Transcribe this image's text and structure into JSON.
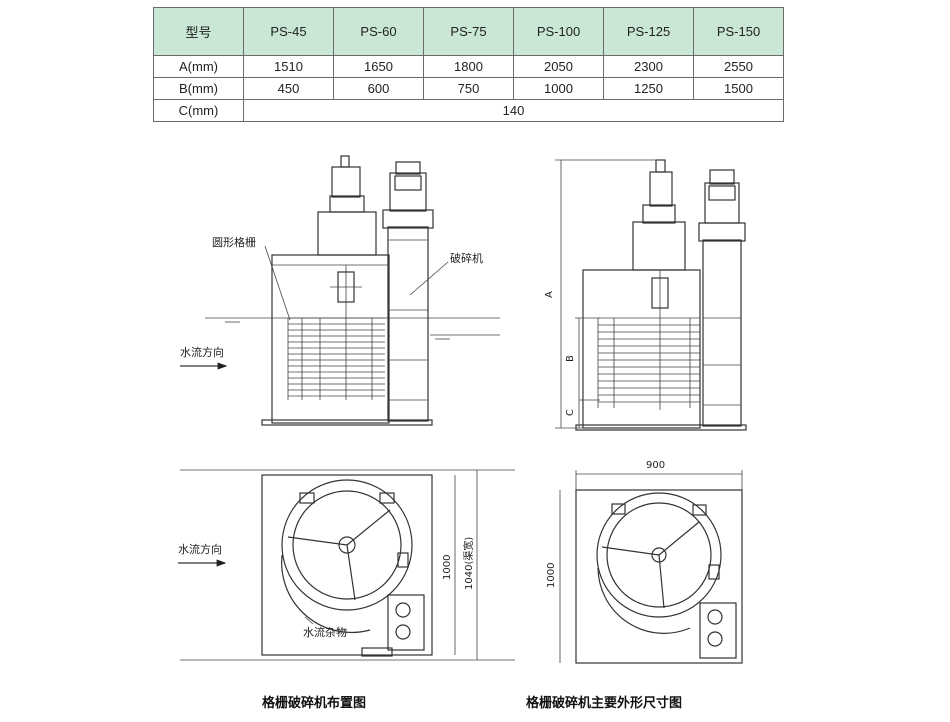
{
  "table": {
    "headers": [
      "型号",
      "PS-45",
      "PS-60",
      "PS-75",
      "PS-100",
      "PS-125",
      "PS-150"
    ],
    "rows": [
      {
        "label": "A(mm)",
        "values": [
          "1510",
          "1650",
          "1800",
          "2050",
          "2300",
          "2550"
        ]
      },
      {
        "label": "B(mm)",
        "values": [
          "450",
          "600",
          "750",
          "1000",
          "1250",
          "1500"
        ]
      },
      {
        "label": "C(mm)",
        "merged_value": "140"
      }
    ]
  },
  "left_elevation": {
    "label_grid": "圆形格栅",
    "label_crusher": "破碎机",
    "label_flow": "水流方向"
  },
  "right_elevation": {
    "dim_a": "A",
    "dim_b": "B",
    "dim_c": "C"
  },
  "left_plan": {
    "label_flow": "水流方向",
    "label_debris": "水流杂物",
    "dim_height": "1000",
    "dim_channel": "1040(渠宽)"
  },
  "right_plan": {
    "dim_width": "900",
    "dim_height": "1000"
  },
  "captions": {
    "left": "格栅破碎机布置图",
    "right": "格栅破碎机主要外形尺寸图"
  }
}
